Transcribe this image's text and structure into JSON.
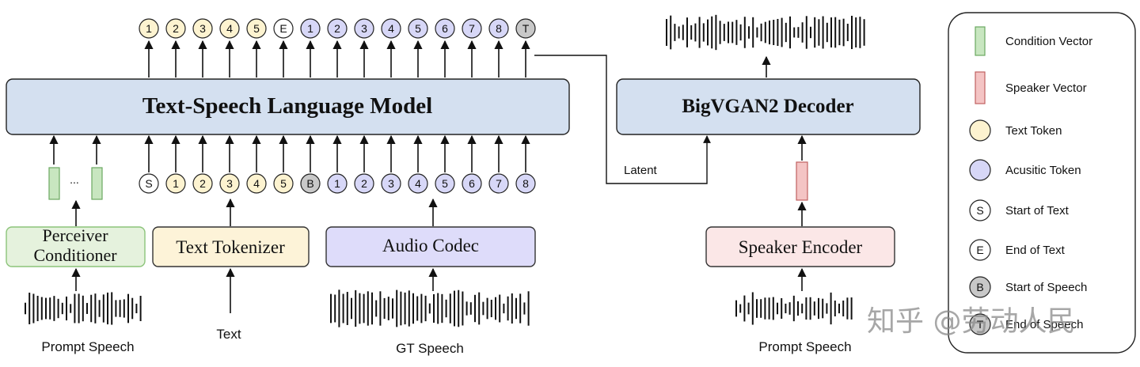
{
  "lm": {
    "title": "Text-Speech Language Model"
  },
  "decoder": {
    "title": "BigVGAN2 Decoder"
  },
  "perceiver": {
    "line1": "Perceiver",
    "line2": "Conditioner",
    "dots": "..."
  },
  "text_tokenizer": {
    "title": "Text Tokenizer"
  },
  "audio_codec": {
    "title": "Audio Codec"
  },
  "speaker_encoder": {
    "title": "Speaker Encoder"
  },
  "labels": {
    "prompt_speech_left": "Prompt Speech",
    "text": "Text",
    "gt_speech": "GT Speech",
    "prompt_speech_right": "Prompt Speech",
    "latent": "Latent"
  },
  "output_tokens": [
    {
      "label": "1",
      "kind": "text"
    },
    {
      "label": "2",
      "kind": "text"
    },
    {
      "label": "3",
      "kind": "text"
    },
    {
      "label": "4",
      "kind": "text"
    },
    {
      "label": "5",
      "kind": "text"
    },
    {
      "label": "E",
      "kind": "special"
    },
    {
      "label": "1",
      "kind": "acoustic"
    },
    {
      "label": "2",
      "kind": "acoustic"
    },
    {
      "label": "3",
      "kind": "acoustic"
    },
    {
      "label": "4",
      "kind": "acoustic"
    },
    {
      "label": "5",
      "kind": "acoustic"
    },
    {
      "label": "6",
      "kind": "acoustic"
    },
    {
      "label": "7",
      "kind": "acoustic"
    },
    {
      "label": "8",
      "kind": "acoustic"
    },
    {
      "label": "T",
      "kind": "gray"
    }
  ],
  "input_tokens": [
    {
      "label": "S",
      "kind": "special"
    },
    {
      "label": "1",
      "kind": "text"
    },
    {
      "label": "2",
      "kind": "text"
    },
    {
      "label": "3",
      "kind": "text"
    },
    {
      "label": "4",
      "kind": "text"
    },
    {
      "label": "5",
      "kind": "text"
    },
    {
      "label": "B",
      "kind": "gray"
    },
    {
      "label": "1",
      "kind": "acoustic"
    },
    {
      "label": "2",
      "kind": "acoustic"
    },
    {
      "label": "3",
      "kind": "acoustic"
    },
    {
      "label": "4",
      "kind": "acoustic"
    },
    {
      "label": "5",
      "kind": "acoustic"
    },
    {
      "label": "6",
      "kind": "acoustic"
    },
    {
      "label": "7",
      "kind": "acoustic"
    },
    {
      "label": "8",
      "kind": "acoustic"
    }
  ],
  "legend": {
    "items": [
      {
        "icon": "condition-vector",
        "label": "Condition Vector"
      },
      {
        "icon": "speaker-vector",
        "label": "Speaker Vector"
      },
      {
        "icon": "text-token",
        "label": "Text Token"
      },
      {
        "icon": "acoustic-token",
        "label": "Acusitic Token"
      },
      {
        "icon": "start-of-text",
        "symbol": "S",
        "label": "Start of Text"
      },
      {
        "icon": "end-of-text",
        "symbol": "E",
        "label": "End of Text"
      },
      {
        "icon": "start-of-speech",
        "symbol": "B",
        "label": "Start of Speech"
      },
      {
        "icon": "end-of-speech",
        "symbol": "T",
        "label": "End of Speech"
      }
    ]
  },
  "watermark": "知乎 @劳动人民",
  "colors": {
    "lm_fill": "#d4e0f0",
    "text_token": "#fdf3d0",
    "acoustic_token": "#d7d7f7",
    "gray_token": "#c8c8c8",
    "special_token": "#ffffff",
    "perceiver_fill": "#e5f2dd",
    "perceiver_stroke": "#8cc47a",
    "tokenizer_fill": "#fdf3d8",
    "codec_fill": "#dedcfa",
    "speaker_fill": "#fbe7e7",
    "condition_vec": "#c8e6c0",
    "speaker_vec": "#f4c4c4"
  }
}
